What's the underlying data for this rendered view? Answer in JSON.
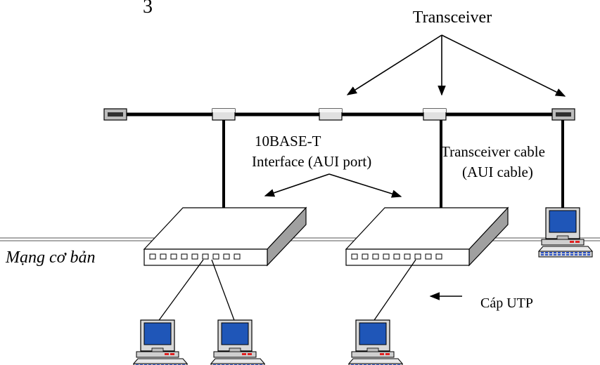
{
  "labels": {
    "top_fragment": "3",
    "transceiver": "Transceiver",
    "interface_line1": "10BASE-T",
    "interface_line2": "Interface (AUI port)",
    "cable_line1": "Transceiver cable",
    "cable_line2": "(AUI cable)",
    "backbone": "Mạng cơ bản",
    "utp": "Cáp UTP"
  },
  "colors": {
    "line": "#000000",
    "hub_top": "#ffffff",
    "hub_side": "#a0a0a0",
    "monitor_body": "#d8d8d8",
    "screen": "#1f56b8",
    "keyboard_keys": "#2a52c8",
    "led": "#e02020"
  },
  "icons": {
    "computer": "desktop-computer-icon",
    "hub": "hub-icon",
    "transceiver": "transceiver-icon",
    "terminator": "terminator-icon"
  }
}
